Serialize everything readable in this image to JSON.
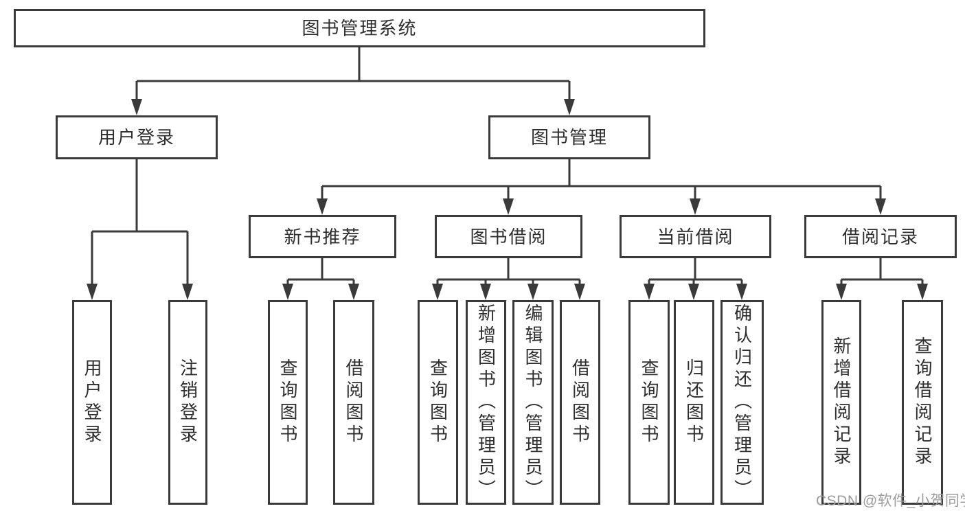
{
  "diagram": {
    "title": "图书管理系统",
    "watermark": "CSDN @软件_小贺同学",
    "colors": {
      "line": "#3a3a3a",
      "text": "#2e2e2e",
      "watermark": "#9c9c9c",
      "bg": "#ffffff"
    },
    "tree": {
      "root": {
        "label": "图书管理系统"
      },
      "level1": [
        {
          "label": "用户登录"
        },
        {
          "label": "图书管理"
        }
      ],
      "level2": [
        {
          "label": "新书推荐"
        },
        {
          "label": "图书借阅"
        },
        {
          "label": "当前借阅"
        },
        {
          "label": "借阅记录"
        }
      ],
      "leaves": {
        "user_login": [
          {
            "label": "用户登录"
          },
          {
            "label": "注销登录"
          }
        ],
        "new_book_recommendation": [
          {
            "label": "查询图书"
          },
          {
            "label": "借阅图书"
          }
        ],
        "book_borrowing": [
          {
            "label": "查询图书"
          },
          {
            "label": "新增图书（管理员）"
          },
          {
            "label": "编辑图书（管理员）"
          },
          {
            "label": "借阅图书"
          }
        ],
        "current_borrowing": [
          {
            "label": "查询图书"
          },
          {
            "label": "归还图书"
          },
          {
            "label": "确认归还（管理员）"
          }
        ],
        "borrowing_records": [
          {
            "label": "新增借阅记录"
          },
          {
            "label": "查询借阅记录"
          }
        ]
      }
    }
  }
}
